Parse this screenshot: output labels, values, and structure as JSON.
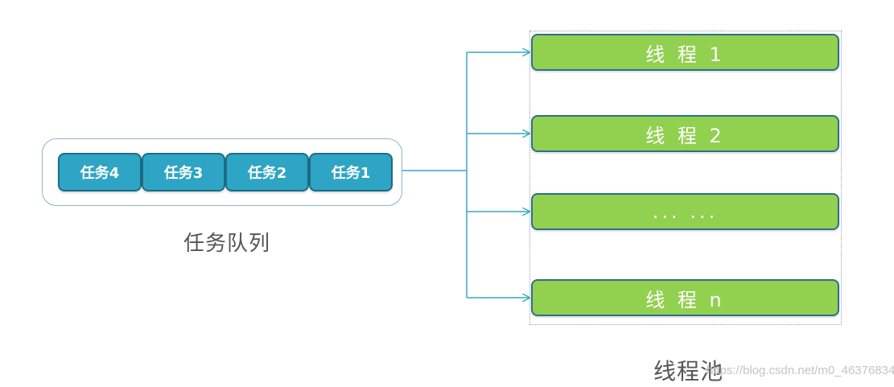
{
  "queue": {
    "tasks": [
      "任务4",
      "任务3",
      "任务2",
      "任务1"
    ],
    "label": "任务队列"
  },
  "pool": {
    "threads": [
      "线 程 1",
      "线 程 2",
      "... ...",
      "线 程 n"
    ],
    "label": "线程池"
  },
  "watermark": "https://blog.csdn.net/m0_46376834",
  "colors": {
    "task_fill": "#2ea5c4",
    "task_border": "#1b6d88",
    "thread_fill": "#92d050",
    "thread_border": "#2e6f8e",
    "connector": "#3aa6c6"
  }
}
